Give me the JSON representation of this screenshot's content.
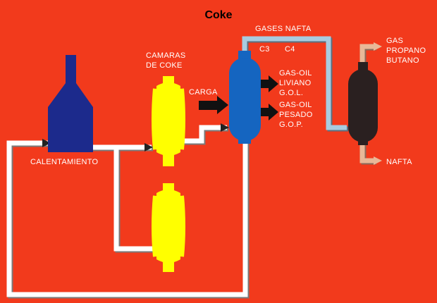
{
  "title": "Coke",
  "colors": {
    "background": "#f23a1c",
    "pipe_fill": "#ffffff",
    "pipe_shadow": "#808080",
    "furnace": "#1c2a8c",
    "coke_chamber": "#ffff00",
    "fractionator": "#1565c0",
    "separator": "#2a2020",
    "gas_pipe": "#a8cce0",
    "product_pipe": "#e8b898"
  },
  "labels": {
    "gases_nafta": "GASES NAFTA",
    "c3": "C3",
    "c4": "C4",
    "camaras_de_coke": [
      "CAMARAS",
      "DE COKE"
    ],
    "carga": "CARGA",
    "gas_oil_liviano": [
      "GAS-OIL",
      "LIVIANO",
      "G.O.L."
    ],
    "gas_oil_pesado": [
      "GAS-OIL",
      "PESADO",
      "G.O.P."
    ],
    "gas_propano_butano": [
      "GAS",
      "PROPANO",
      "BUTANO"
    ],
    "nafta": "NAFTA",
    "calentamiento": "CALENTAMIENTO"
  }
}
